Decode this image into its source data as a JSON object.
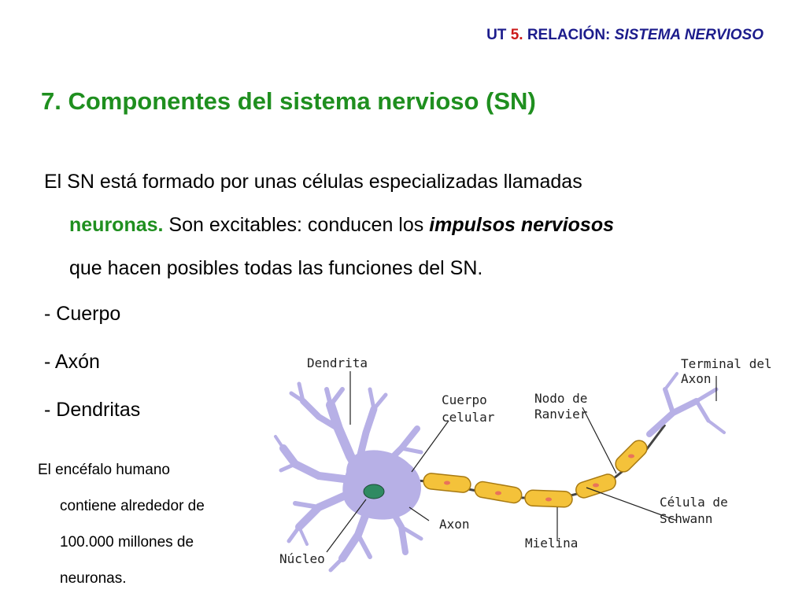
{
  "header": {
    "prefix": "UT",
    "number": "5.",
    "label": "RELACIÓN:",
    "subject": "SISTEMA NERVIOSO"
  },
  "title": "7. Componentes del sistema nervioso (SN)",
  "paragraph": {
    "part1": "El SN está formado por unas células especializadas llamadas",
    "highlight": "neuronas.",
    "part2": " Son excitables:  conducen los ",
    "emphasis": "impulsos nerviosos",
    "part3": "que hacen posibles todas las funciones del SN."
  },
  "components": [
    "- Cuerpo",
    "- Axón",
    "- Dendritas"
  ],
  "fact": {
    "line1": "El encéfalo humano",
    "line2": "contiene alrededor de",
    "line3": "100.000 millones de",
    "line4": "neuronas."
  },
  "diagram": {
    "labels": {
      "dendrita": "Dendrita",
      "cuerpo_1": "Cuerpo",
      "cuerpo_2": "celular",
      "nodo_1": "Nodo de",
      "nodo_2": "Ranvier",
      "terminal_1": "Terminal del",
      "terminal_2": "Axon",
      "axon": "Axon",
      "mielina": "Mielina",
      "schwann_1": "Célula de",
      "schwann_2": "Schwann",
      "nucleo": "Núcleo"
    },
    "colors": {
      "cell_body": "#b7b0e6",
      "cell_outline": "#4b4590",
      "nucleus": "#2f8a62",
      "myelin": "#f4c23a",
      "myelin_outline": "#a87a12",
      "myelin_spot": "#e8735a",
      "axon_line": "#444444",
      "leader": "#222222"
    }
  }
}
